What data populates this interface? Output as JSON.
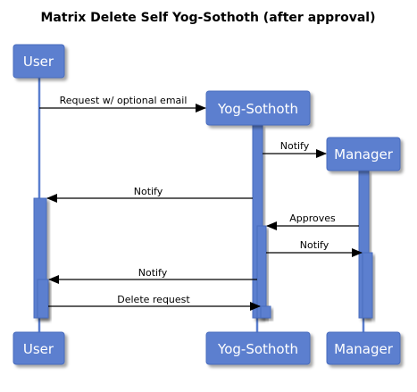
{
  "diagram": {
    "title": "Matrix Delete Self Yog-Sothoth (after approval)",
    "participants": [
      {
        "id": "user",
        "label": "User"
      },
      {
        "id": "yog",
        "label": "Yog-Sothoth"
      },
      {
        "id": "manager",
        "label": "Manager"
      }
    ],
    "messages": [
      {
        "from": "user",
        "to": "yog",
        "label": "Request w/ optional email"
      },
      {
        "from": "yog",
        "to": "manager",
        "label": "Notify"
      },
      {
        "from": "yog",
        "to": "user",
        "label": "Notify"
      },
      {
        "from": "manager",
        "to": "yog",
        "label": "Approves"
      },
      {
        "from": "yog",
        "to": "manager",
        "label": "Notify"
      },
      {
        "from": "yog",
        "to": "user",
        "label": "Notify"
      },
      {
        "from": "user",
        "to": "yog",
        "label": "Delete request"
      }
    ],
    "colors": {
      "participant_fill": "#5b7fcf",
      "participant_text": "#ffffff",
      "arrow": "#000000"
    }
  }
}
